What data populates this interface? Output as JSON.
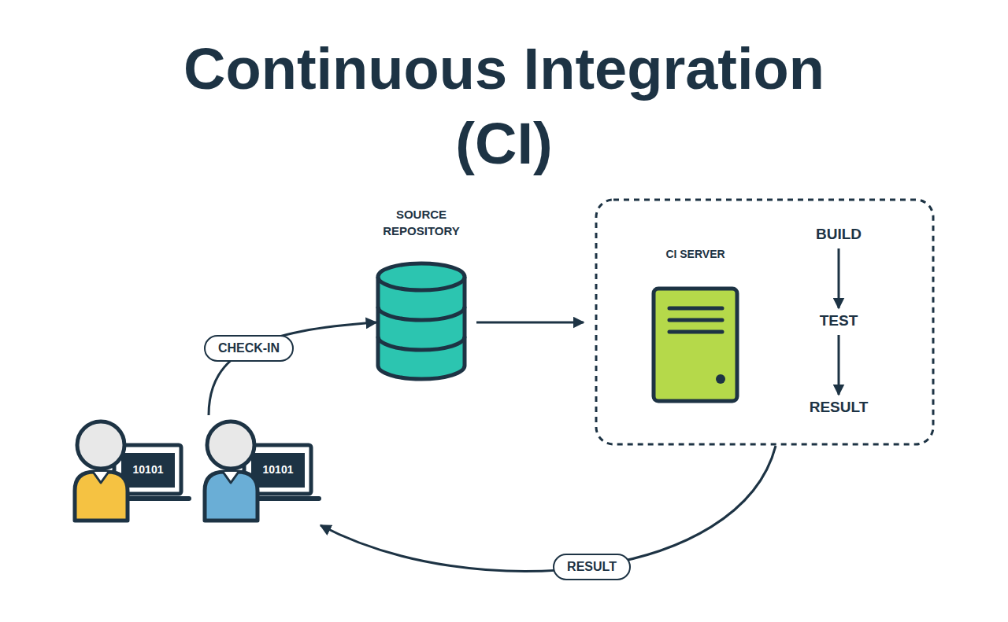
{
  "diagram": {
    "title": "Continuous Integration (CI)",
    "nodes": [
      {
        "text": [
          "SOURCE REPOSITORY"
        ]
      },
      {
        "text": [
          "CI SERVER"
        ]
      },
      {
        "text": [
          "BUILD"
        ],
        "in": 1
      },
      {
        "text": [
          "TEST"
        ],
        "in": 1
      },
      {
        "text": [
          "RESULT"
        ],
        "in": 1
      },
      {
        "text": [
          "10101"
        ]
      },
      {
        "text": [
          "10101"
        ]
      }
    ],
    "edges": [
      {
        "from": 6,
        "to": 0,
        "label": "CHECK-IN",
        "arrow": "to"
      },
      {
        "from": 0,
        "to": 1,
        "arrow": "to"
      },
      {
        "from": 2,
        "to": 3,
        "arrow": "to"
      },
      {
        "from": 3,
        "to": 4,
        "arrow": "to"
      },
      {
        "from": 1,
        "to": 6,
        "label": "RESULT",
        "arrow": "to"
      }
    ]
  }
}
